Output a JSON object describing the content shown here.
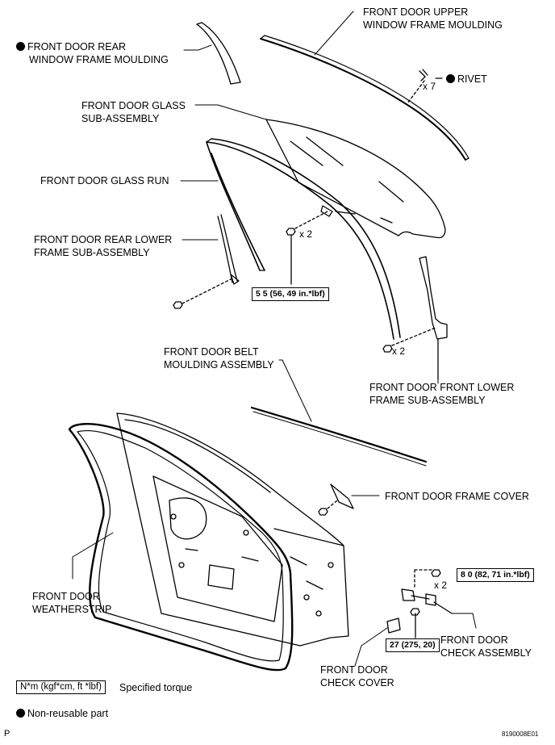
{
  "labels": {
    "upper_moulding": [
      "FRONT DOOR UPPER",
      "WINDOW FRAME MOULDING"
    ],
    "rear_moulding": [
      "FRONT DOOR REAR",
      "WINDOW FRAME MOULDING"
    ],
    "rivet": "RIVET",
    "glass": [
      "FRONT DOOR GLASS",
      "SUB-ASSEMBLY"
    ],
    "glass_run": "FRONT DOOR GLASS RUN",
    "rear_lower_frame": [
      "FRONT DOOR REAR LOWER",
      "FRAME SUB-ASSEMBLY"
    ],
    "belt_moulding": [
      "FRONT DOOR BELT",
      "MOULDING ASSEMBLY"
    ],
    "front_lower_frame": [
      "FRONT DOOR FRONT LOWER",
      "FRAME SUB-ASSEMBLY"
    ],
    "frame_cover": "FRONT DOOR FRAME COVER",
    "weatherstrip": [
      "FRONT DOOR",
      "WEATHERSTRIP"
    ],
    "check_assembly": [
      "FRONT DOOR",
      "CHECK ASSEMBLY"
    ],
    "check_cover": [
      "FRONT DOOR",
      "CHECK COVER"
    ]
  },
  "quantities": {
    "rivet": "x 7",
    "glass_bolt": "x 2",
    "front_lower_bolt": "x 2",
    "check_bolt": "x 2"
  },
  "torques": {
    "glass_bolt": "5 5 (56, 49 in.*lbf)",
    "check_bolt": "8 0 (82, 71 in.*lbf)",
    "check_screw": "27 (275, 20)"
  },
  "legend": {
    "torque_box": "N*m (kgf*cm, ft *lbf)",
    "torque_text": "Specified torque",
    "nonreusable_text": "Non-reusable part"
  },
  "footer": {
    "left": "P",
    "right": "8190008E01"
  }
}
